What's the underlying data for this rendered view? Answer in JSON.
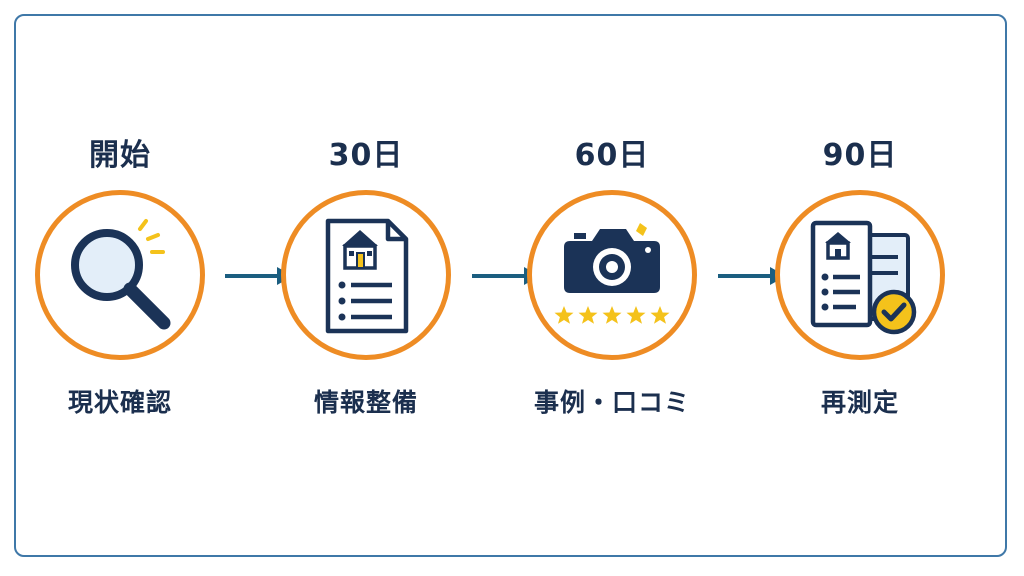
{
  "colors": {
    "frame_border": "#3f78a8",
    "circle_border": "#ee8c24",
    "icon_navy": "#1b3357",
    "text_navy": "#1b2f4e",
    "arrow": "#1b5e80",
    "star": "#f4c21b",
    "check_fill": "#f4c21b"
  },
  "steps": [
    {
      "heading": "開始",
      "label": "現状確認",
      "icon": "magnifier-icon"
    },
    {
      "heading": "30日",
      "label": "情報整備",
      "icon": "property-document-icon"
    },
    {
      "heading": "60日",
      "label": "事例・口コミ",
      "icon": "camera-rating-icon"
    },
    {
      "heading": "90日",
      "label": "再測定",
      "icon": "document-check-icon"
    }
  ],
  "rating_stars": 5
}
